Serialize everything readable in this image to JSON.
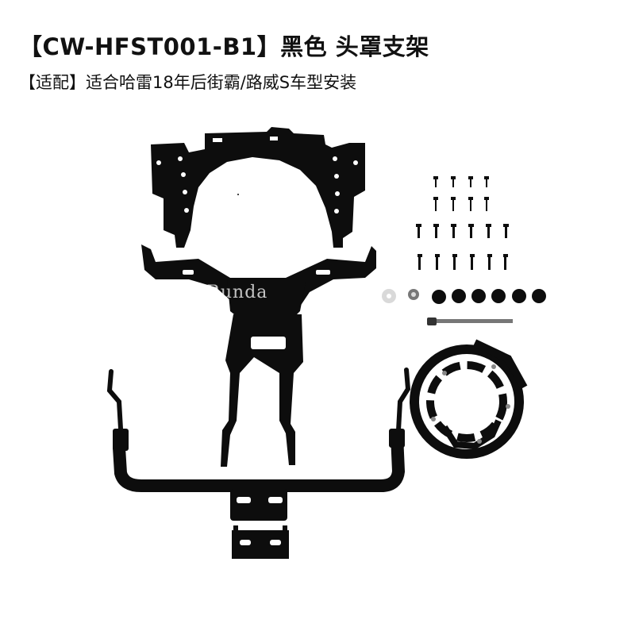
{
  "header": {
    "title": "【CW-HFST001-B1】黑色 头罩支架",
    "subtitle": "【适配】适合哈雷18年后街霸/路威S车型安装"
  },
  "photo": {
    "watermark": "ZiRunda",
    "colors": {
      "metal": "#0d0d0d",
      "background": "#ffffff",
      "washer": "#d9d9d9"
    }
  }
}
